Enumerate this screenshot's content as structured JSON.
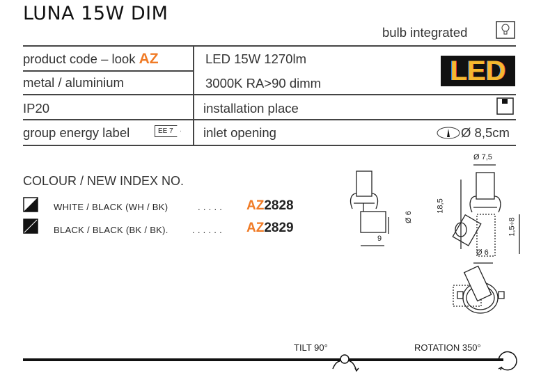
{
  "title": "LUNA 15W DIM",
  "bulb": "bulb integrated",
  "specs": {
    "product_code": "product code – look",
    "product_code_brand": "AZ",
    "material": "metal / aluminium",
    "ip": "IP20",
    "energy": "group energy label",
    "energy_badge": "EE 7",
    "power": "LED 15W 1270lm",
    "color_temp": "3000K RA>90 dimm",
    "led_logo": "LED",
    "installation": "installation place",
    "inlet": "inlet opening",
    "inlet_value": "Ø 8,5cm"
  },
  "colours": {
    "heading": "COLOUR / NEW INDEX NO.",
    "items": [
      {
        "label": "WHITE / BLACK (WH / BK)",
        "dots": ". . . . .",
        "prefix": "AZ",
        "number": "2828"
      },
      {
        "label": "BLACK / BLACK (BK / BK).",
        "dots": ". . . . . .",
        "prefix": "AZ",
        "number": "2829"
      }
    ]
  },
  "dimensions": {
    "d_top": "Ø 7,5",
    "height": "18,5",
    "d6_side": "Ø 6",
    "width": "9",
    "range": "1,5÷8",
    "d6_bottom": "Ø 6"
  },
  "motion": {
    "tilt": "TILT 90°",
    "rotation": "ROTATION 350°"
  },
  "colors": {
    "accent": "#f07b26"
  }
}
